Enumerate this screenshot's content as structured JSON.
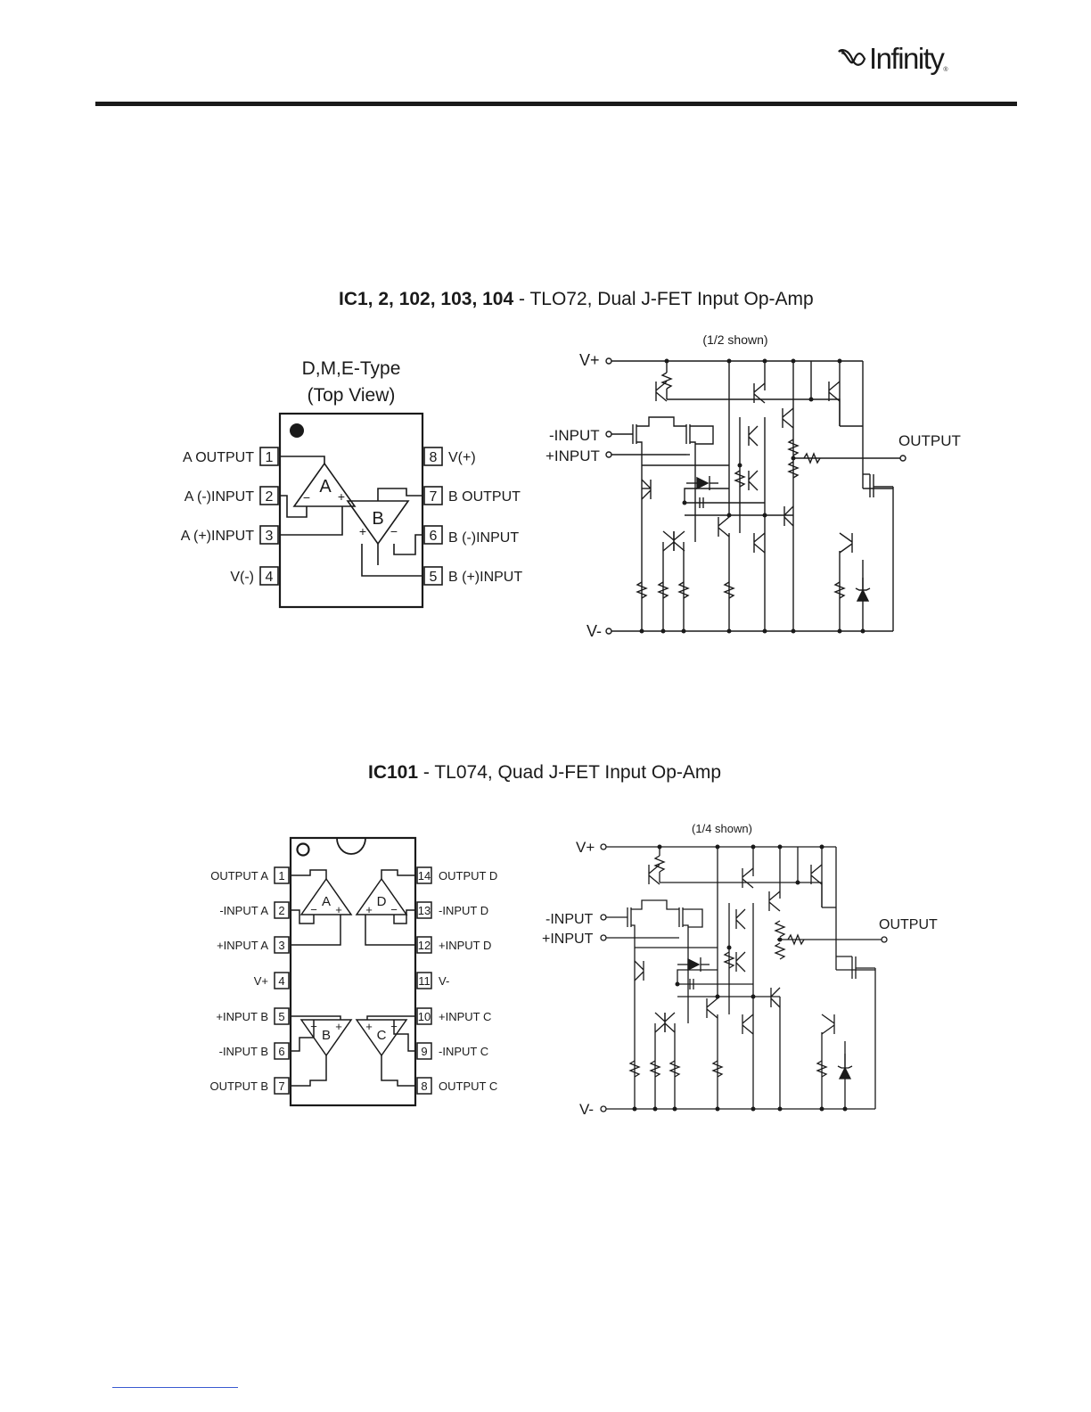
{
  "header": {
    "brand_name": "Infinity",
    "brand_mark": "registered"
  },
  "section1": {
    "title_bold": "IC1, 2, 102, 103, 104",
    "title_rest": " - TLO72, Dual J-FET Input Op-Amp",
    "package_type": "D,M,E-Type",
    "package_view": "(Top View)",
    "amp_labels": [
      "A",
      "B"
    ],
    "pins": [
      {
        "num": "1",
        "label": "A OUTPUT"
      },
      {
        "num": "2",
        "label": "A (-)INPUT"
      },
      {
        "num": "3",
        "label": "A (+)INPUT"
      },
      {
        "num": "4",
        "label": "V(-)"
      },
      {
        "num": "5",
        "label": "B (+)INPUT"
      },
      {
        "num": "6",
        "label": "B (-)INPUT"
      },
      {
        "num": "7",
        "label": "B OUTPUT"
      },
      {
        "num": "8",
        "label": "V(+)"
      }
    ],
    "schematic": {
      "note": "(1/2 shown)",
      "vplus": "V+",
      "vminus": "V-",
      "neg_input": "-INPUT",
      "pos_input": "+INPUT",
      "output": "OUTPUT"
    }
  },
  "section2": {
    "title_bold": "IC101",
    "title_rest": " - TL074, Quad J-FET Input Op-Amp",
    "amp_labels": [
      "A",
      "D",
      "B",
      "C"
    ],
    "pins": [
      {
        "num": "1",
        "label": "OUTPUT A"
      },
      {
        "num": "2",
        "label": "-INPUT A"
      },
      {
        "num": "3",
        "label": "+INPUT A"
      },
      {
        "num": "4",
        "label": "V+"
      },
      {
        "num": "5",
        "label": "+INPUT B"
      },
      {
        "num": "6",
        "label": "-INPUT B"
      },
      {
        "num": "7",
        "label": "OUTPUT B"
      },
      {
        "num": "8",
        "label": "OUTPUT C"
      },
      {
        "num": "9",
        "label": "-INPUT C"
      },
      {
        "num": "10",
        "label": "+INPUT C"
      },
      {
        "num": "11",
        "label": "V-"
      },
      {
        "num": "12",
        "label": "+INPUT D"
      },
      {
        "num": "13",
        "label": "-INPUT D"
      },
      {
        "num": "14",
        "label": "OUTPUT D"
      }
    ],
    "schematic": {
      "note": "(1/4 shown)",
      "vplus": "V+",
      "vminus": "V-",
      "neg_input": "-INPUT",
      "pos_input": "+INPUT",
      "output": "OUTPUT"
    }
  }
}
